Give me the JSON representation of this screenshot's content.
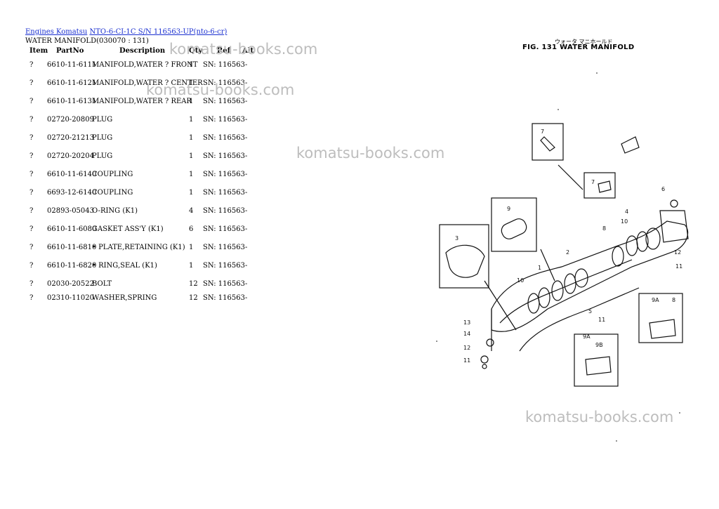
{
  "breadcrumb": {
    "engines_link": "Engines Komatsu",
    "model_link": "NTO-6-CI-1C S/N 116563-UP(nto-6-cr)"
  },
  "section_title": "WATER MANIFOLD(030070 : 131)",
  "columns": {
    "item": "Item",
    "partno": "PartNo",
    "description": "Description",
    "qty": "Qty",
    "ref": "Ref",
    "alt": "Alt"
  },
  "parts": [
    {
      "item": "?",
      "partno": "6610-11-6111",
      "description": "MANIFOLD,WATER ? FRONT",
      "qty": "1",
      "ref": "SN: 116563-"
    },
    {
      "item": "?",
      "partno": "6610-11-6121",
      "description": "MANIFOLD,WATER ? CENTER",
      "qty": "1",
      "ref": "SN: 116563-"
    },
    {
      "item": "?",
      "partno": "6610-11-6131",
      "description": "MANIFOLD,WATER ? REAR",
      "qty": "1",
      "ref": "SN: 116563-"
    },
    {
      "item": "?",
      "partno": "02720-20809",
      "description": "PLUG",
      "qty": "1",
      "ref": "SN: 116563-"
    },
    {
      "item": "?",
      "partno": "02720-21213",
      "description": "PLUG",
      "qty": "1",
      "ref": "SN: 116563-"
    },
    {
      "item": "?",
      "partno": "02720-20204",
      "description": "PLUG",
      "qty": "1",
      "ref": "SN: 116563-"
    },
    {
      "item": "?",
      "partno": "6610-11-6140",
      "description": "COUPLING",
      "qty": "1",
      "ref": "SN: 116563-"
    },
    {
      "item": "?",
      "partno": "6693-12-6140",
      "description": "COUPLING",
      "qty": "1",
      "ref": "SN: 116563-"
    },
    {
      "item": "?",
      "partno": "02893-05043",
      "description": "O-RING (K1)",
      "qty": "4",
      "ref": "SN: 116563-"
    },
    {
      "item": "?",
      "partno": "6610-11-6080",
      "description": "GASKET ASS'Y (K1)",
      "qty": "6",
      "ref": "SN: 116563-"
    },
    {
      "item": "?",
      "partno": "6610-11-6810",
      "description": "• PLATE,RETAINING (K1)",
      "qty": "1",
      "ref": "SN: 116563-"
    },
    {
      "item": "?",
      "partno": "6610-11-6820",
      "description": "• RING,SEAL (K1)",
      "qty": "1",
      "ref": "SN: 116563-"
    },
    {
      "item": "?",
      "partno": "02030-20522",
      "description": "BOLT",
      "qty": "12",
      "ref": "SN: 116563-"
    },
    {
      "item": "?",
      "partno": "02310-11020",
      "description": "WASHER,SPRING",
      "qty": "12",
      "ref": "SN: 116563-"
    }
  ],
  "watermark": "komatsu-books.com",
  "figure": {
    "title": "FIG. 131  WATER MANIFOLD",
    "japanese_title": "ウォータ マニホールド",
    "callouts": [
      "1",
      "2",
      "3",
      "4",
      "5",
      "6",
      "7",
      "8",
      "9",
      "9A",
      "9B",
      "10",
      "11",
      "12",
      "13",
      "14"
    ]
  }
}
